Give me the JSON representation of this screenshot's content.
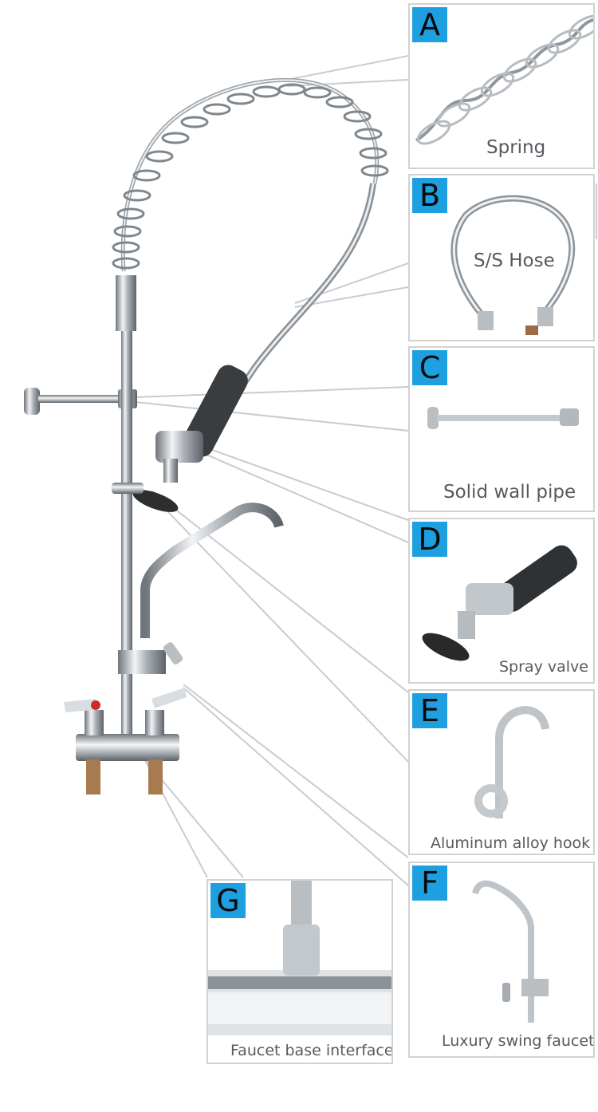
{
  "colors": {
    "badge": "#1e9fe0",
    "panel_border": "#cfd3d6",
    "leader_line": "#c8ccd0",
    "chrome": "#c9ced3"
  },
  "panels": [
    {
      "letter": "A",
      "caption": "Spring",
      "icon": "spring-coil-icon"
    },
    {
      "letter": "B",
      "caption": "S/S Hose",
      "icon": "stainless-hose-icon"
    },
    {
      "letter": "C",
      "caption": "Solid wall pipe",
      "icon": "wall-pipe-icon"
    },
    {
      "letter": "D",
      "caption": "Spray valve",
      "icon": "spray-valve-icon"
    },
    {
      "letter": "E",
      "caption": "Aluminum alloy hook",
      "icon": "hook-icon"
    },
    {
      "letter": "F",
      "caption": "Luxury swing faucet",
      "icon": "swing-faucet-icon"
    },
    {
      "letter": "G",
      "caption": "Faucet base interface",
      "icon": "faucet-base-icon"
    }
  ]
}
